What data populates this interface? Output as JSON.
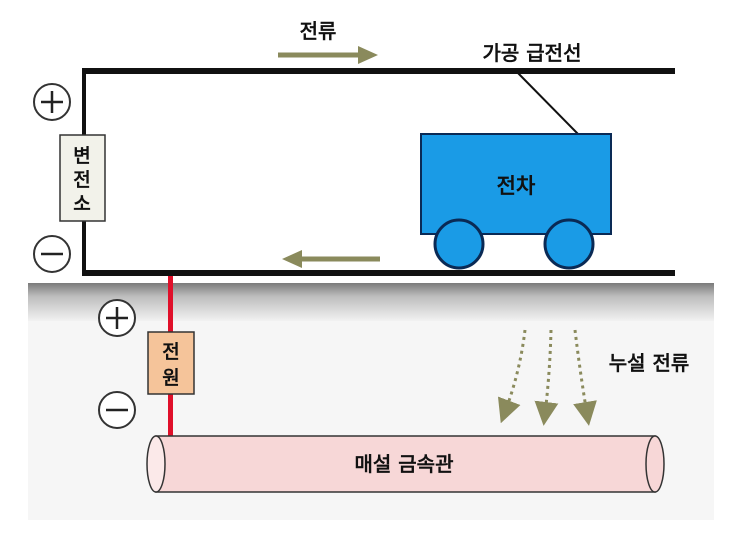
{
  "labels": {
    "current": "전류",
    "overhead_line": "가공 급전선",
    "substation": "변전소",
    "tram": "전차",
    "power_source": "전원",
    "leakage_current": "누설 전류",
    "buried_pipe": "매설 금속관",
    "plus": "+",
    "minus": "−"
  },
  "colors": {
    "rail_line": "#111111",
    "arrow": "#8a8a5c",
    "tram_body": "#1a9be6",
    "tram_outline": "#0a2a55",
    "power_box": "#f5c49a",
    "substation_box": "#f2f2ea",
    "feeder_red": "#e0102a",
    "pipe_fill": "#f7d7d7",
    "ground_top": "#8c8c8c"
  }
}
